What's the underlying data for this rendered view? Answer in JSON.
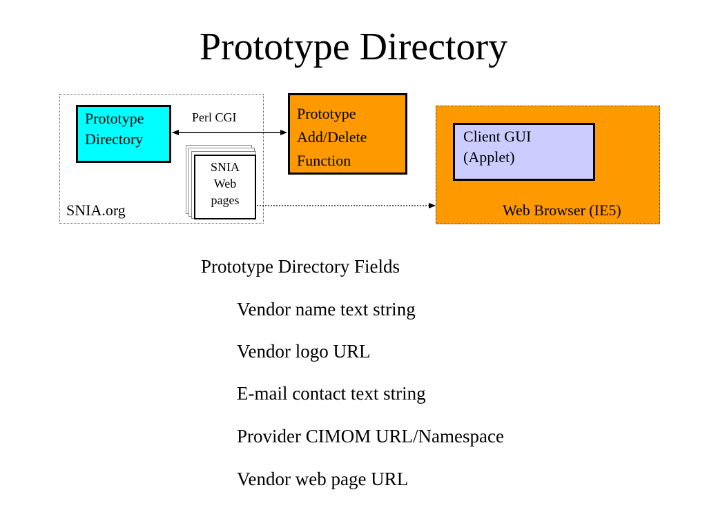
{
  "title": "Prototype Directory",
  "diagram": {
    "snia_group": {
      "label": "SNIA.org"
    },
    "prototype_directory": {
      "lines": [
        "Prototype",
        "Directory"
      ]
    },
    "connector_label": "Perl CGI",
    "web_pages": {
      "lines": [
        "SNIA",
        "Web",
        "pages"
      ]
    },
    "add_delete_function": {
      "lines": [
        "Prototype",
        "Add/Delete",
        "Function"
      ]
    },
    "web_browser": {
      "label": "Web Browser (IE5)"
    },
    "client_gui": {
      "lines": [
        "Client GUI",
        "(Applet)"
      ]
    },
    "colors": {
      "directory_fill": "#00ffff",
      "function_fill": "#ff9900",
      "browser_fill": "#ff9900",
      "client_gui_fill": "#ccccff"
    }
  },
  "fields": {
    "heading": "Prototype Directory Fields",
    "items": [
      "Vendor name text string",
      "Vendor logo URL",
      "E-mail contact text string",
      "Provider CIMOM URL/Namespace",
      "Vendor web page URL"
    ]
  }
}
